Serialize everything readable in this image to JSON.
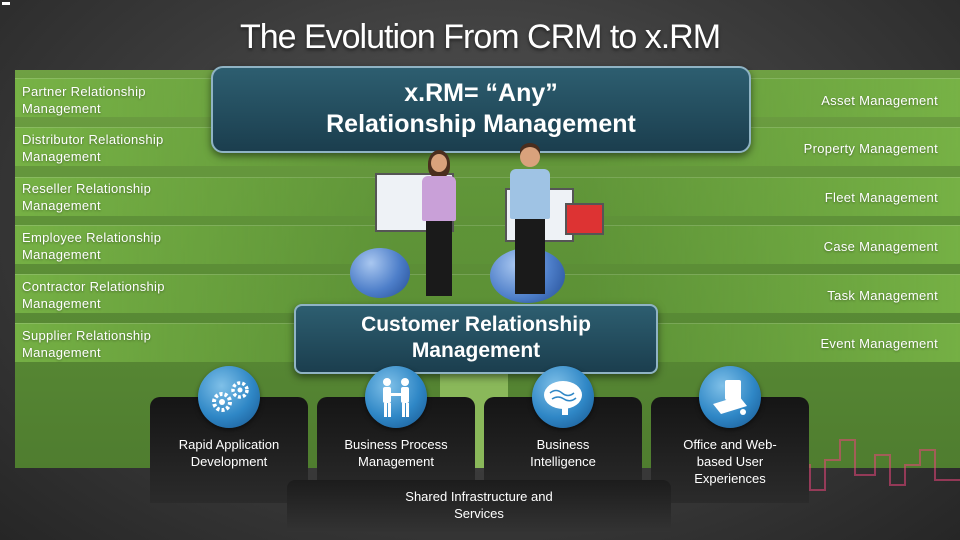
{
  "slide": {
    "title": "The Evolution From CRM to x.RM"
  },
  "xrm_box": {
    "line1": "x.RM= “Any”",
    "line2": "Relationship Management"
  },
  "crm_box": {
    "line1": "Customer Relationship",
    "line2": "Management"
  },
  "left_items": [
    "Partner Relationship Management",
    "Distributor Relationship Management",
    "Reseller Relationship Management",
    "Employee Relationship Management",
    "Contractor Relationship Management",
    "Supplier Relationship Management"
  ],
  "right_items": [
    "Asset Management",
    "Property Management",
    "Fleet Management",
    "Case Management",
    "Task Management",
    "Event Management"
  ],
  "cards": [
    {
      "label": "Rapid Application Development",
      "icon": "gears-icon"
    },
    {
      "label": "Business Process Management",
      "icon": "handshake-icon"
    },
    {
      "label": "Business Intelligence",
      "icon": "brain-icon"
    },
    {
      "label": "Office and Web-based User Experiences",
      "icon": "computer-icon"
    }
  ],
  "shared": {
    "label": "Shared Infrastructure and Services"
  },
  "colors": {
    "green_band": "#6fa043",
    "blue_box": "#1b3e4e",
    "icon_blue": "#2f87c6"
  }
}
